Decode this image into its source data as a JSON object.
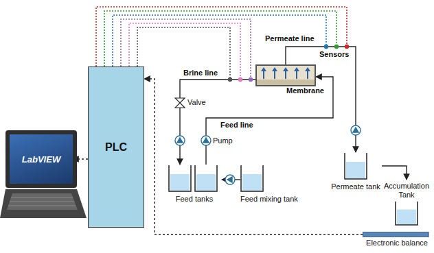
{
  "diagram": {
    "nodes": [
      {
        "text": [
          "LabVIEW"
        ]
      },
      {
        "text": [
          "PLC"
        ]
      },
      {
        "text": [
          "Membrane"
        ]
      },
      {
        "text": [
          "Feed tanks"
        ]
      },
      {
        "text": [
          "Feed mixing tank"
        ]
      },
      {
        "text": [
          "Permeate tank"
        ]
      },
      {
        "text": [
          "Accumulation Tank"
        ]
      },
      {
        "text": [
          "Electronic balance"
        ]
      }
    ],
    "edges": [
      {
        "from": 1,
        "to": 0,
        "arrow": "to"
      },
      {
        "from": 7,
        "to": 1,
        "arrow": "to"
      },
      {
        "from": 4,
        "to": 3,
        "arrow": "to"
      },
      {
        "from": 3,
        "to": 2,
        "arrow": "to"
      },
      {
        "from": 2,
        "to": 3,
        "arrow": "to"
      },
      {
        "from": 2,
        "to": 5,
        "arrow": "to"
      },
      {
        "from": 5,
        "to": 6,
        "arrow": "to"
      }
    ],
    "labels": [
      "Permeate line",
      "Sensors",
      "Brine line",
      "Valve",
      "Feed line",
      "Pump"
    ]
  }
}
